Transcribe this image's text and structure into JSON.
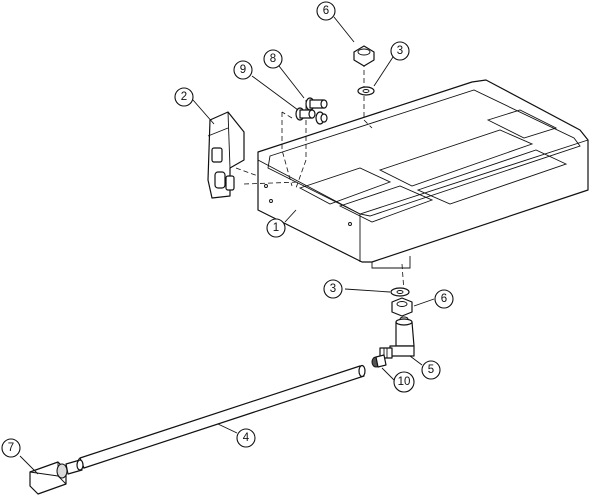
{
  "callouts": [
    {
      "id": "c1",
      "label": "1",
      "part": "tray"
    },
    {
      "id": "c2",
      "label": "2",
      "part": "bracket"
    },
    {
      "id": "c3a",
      "label": "3",
      "part": "washer"
    },
    {
      "id": "c3b",
      "label": "3",
      "part": "washer"
    },
    {
      "id": "c4",
      "label": "4",
      "part": "tube"
    },
    {
      "id": "c5",
      "label": "5",
      "part": "fitting"
    },
    {
      "id": "c6a",
      "label": "6",
      "part": "nut"
    },
    {
      "id": "c6b",
      "label": "6",
      "part": "nut"
    },
    {
      "id": "c7",
      "label": "7",
      "part": "clamp"
    },
    {
      "id": "c8",
      "label": "8",
      "part": "bolt"
    },
    {
      "id": "c9",
      "label": "9",
      "part": "bolt"
    },
    {
      "id": "c10",
      "label": "10",
      "part": "fitting-nut"
    }
  ]
}
